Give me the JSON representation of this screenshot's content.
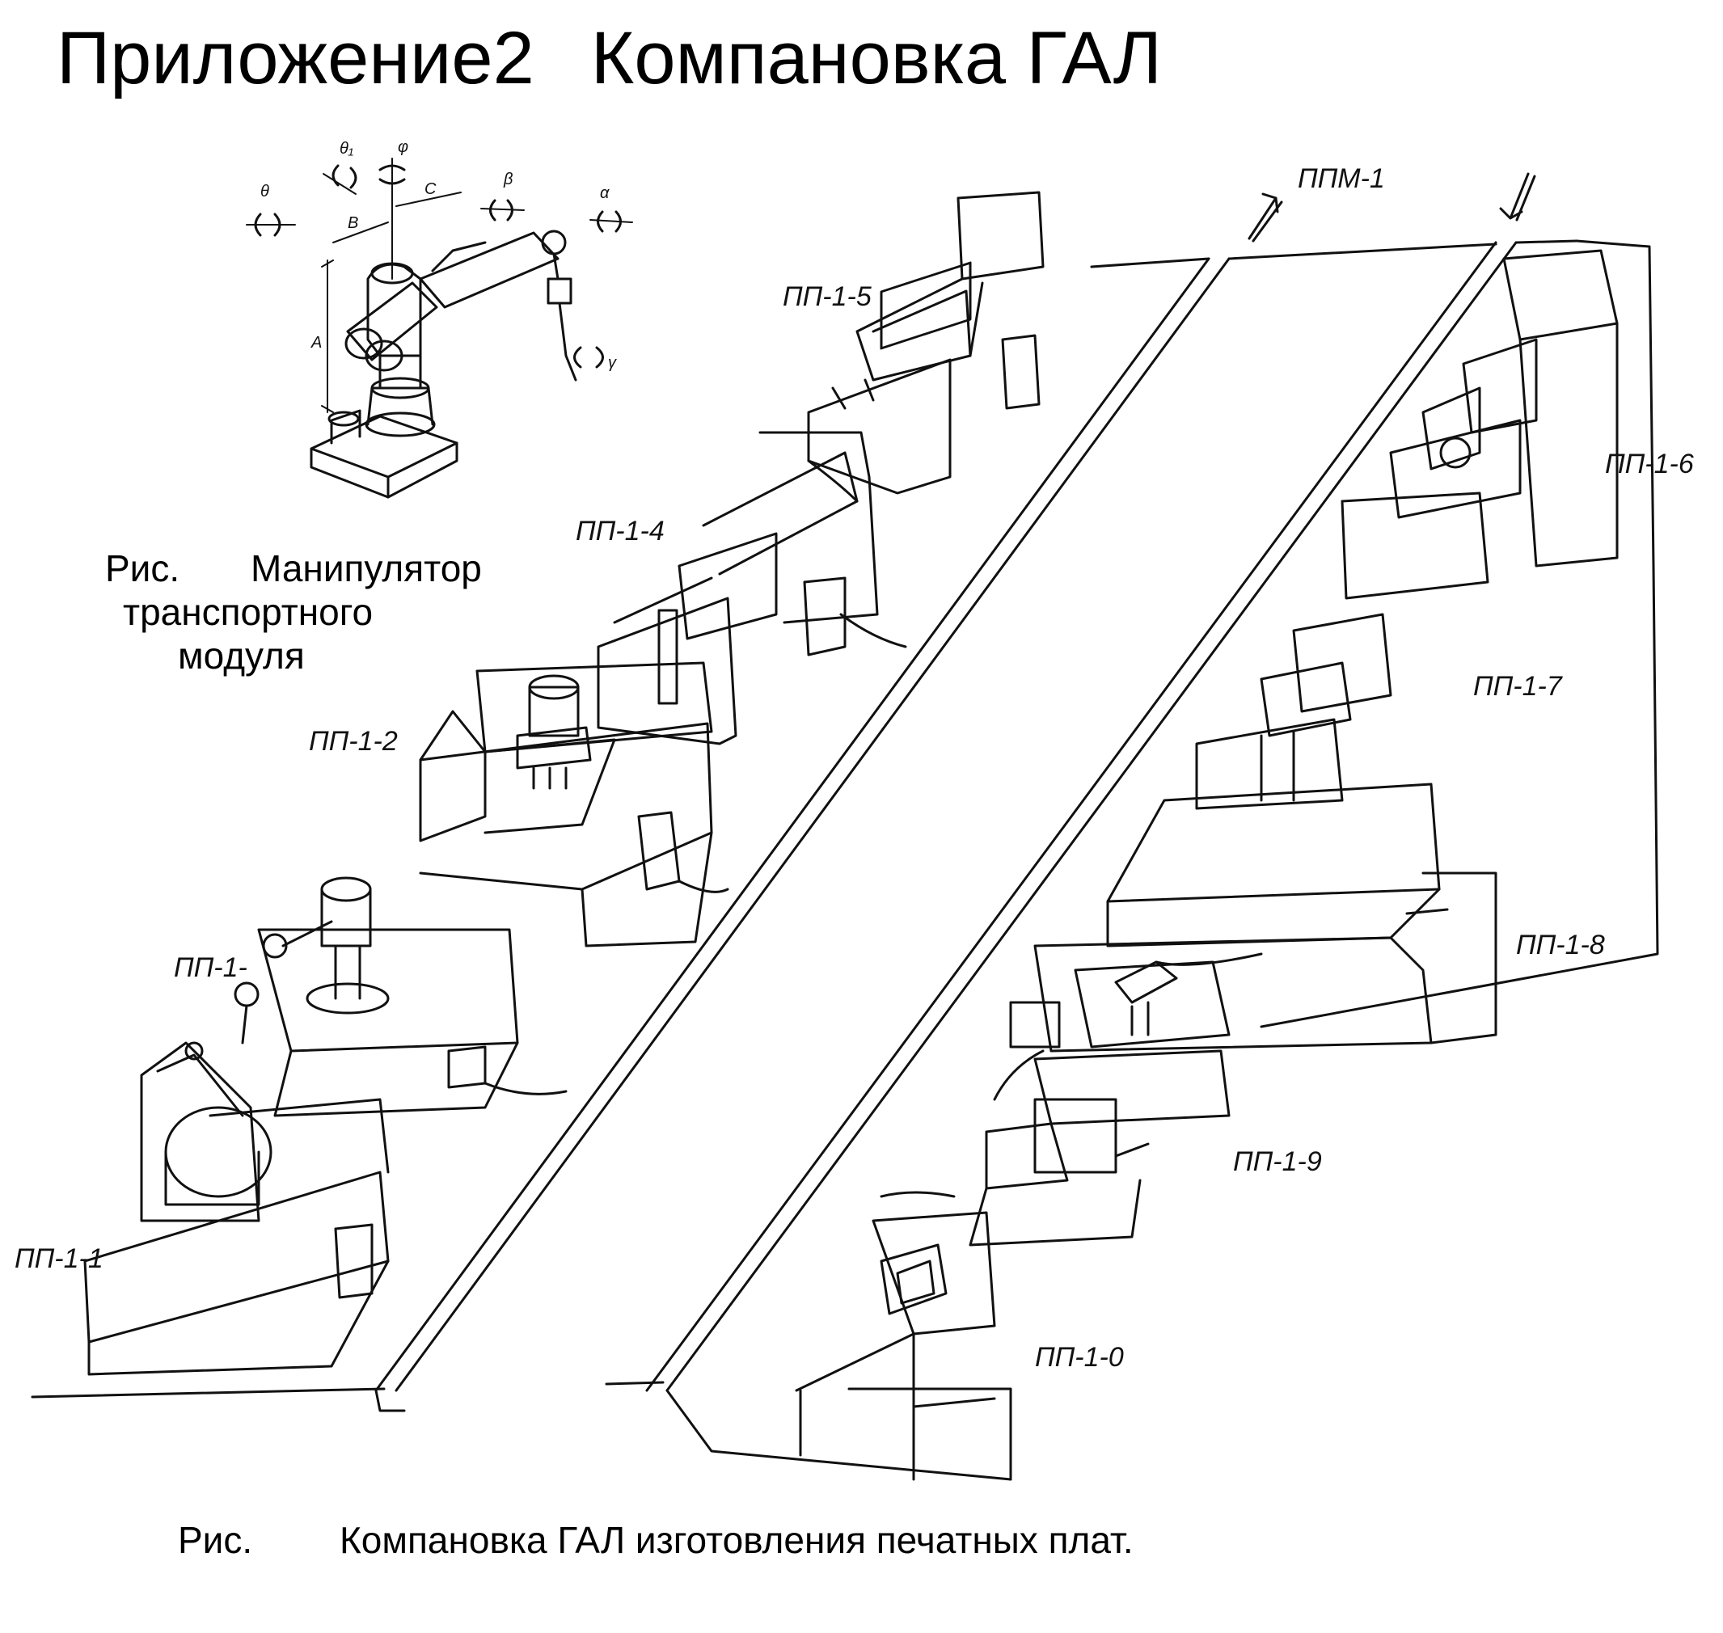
{
  "header": {
    "title_part1": "Приложение2",
    "title_part2": "Компановка ГАЛ"
  },
  "manipulator": {
    "caption_prefix": "Рис.",
    "caption_lines": [
      "Манипулятор",
      "транспортного",
      "модуля"
    ],
    "axis_labels": [
      "θ",
      "θ₁",
      "φ",
      "β",
      "α",
      "γ"
    ],
    "dim_labels": [
      "A",
      "B",
      "C"
    ]
  },
  "layout": {
    "stations": {
      "ppm1": "ППМ-1",
      "pp11": "ПП-1-1",
      "pp1": "ПП-1-",
      "pp2": "ПП-1-2",
      "pp14": "ПП-1-4",
      "pp15": "ПП-1-5",
      "pp16": "ПП-1-6",
      "pp17": "ПП-1-7",
      "pp18": "ПП-1-8",
      "pp19": "ПП-1-9",
      "pp10": "ПП-1-0"
    }
  },
  "caption_main": {
    "prefix": "Рис.",
    "text": "Компановка ГАЛ изготовления печатных плат."
  }
}
